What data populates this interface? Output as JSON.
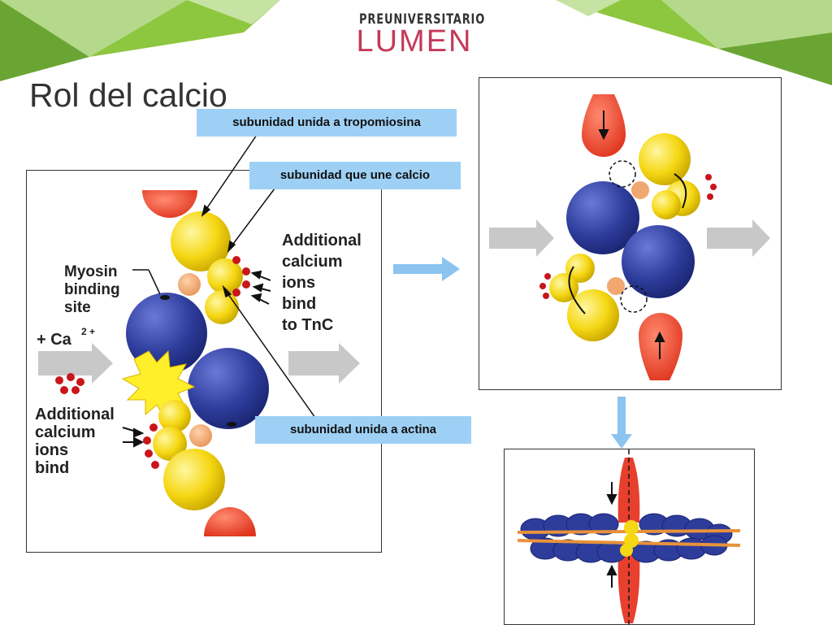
{
  "logo": {
    "top": "PREUNIVERSITARIO",
    "bottom": "LUMEN"
  },
  "title": "Rol del calcio",
  "labels": {
    "tropomyosin": "subunidad unida a tropomiosina",
    "calcium": "subunidad que une calcio",
    "actin": "subunidad unida a actina"
  },
  "diagram": {
    "myosin_site": [
      "Myosin",
      "binding",
      "site"
    ],
    "ca": "+ Ca",
    "ca_sup": "2 +",
    "additional_top": [
      "Additional",
      "calcium",
      "ions",
      "bind",
      "to TnC"
    ],
    "additional_bottom": [
      "Additional",
      "calcium",
      "ions",
      "bind"
    ]
  },
  "colors": {
    "actin": "#2e3d9c",
    "troponin": "#f5d713",
    "tropomyosin": "#e8402e",
    "accent_arrow": "#8cc4f0",
    "green": "#8dc63f"
  }
}
